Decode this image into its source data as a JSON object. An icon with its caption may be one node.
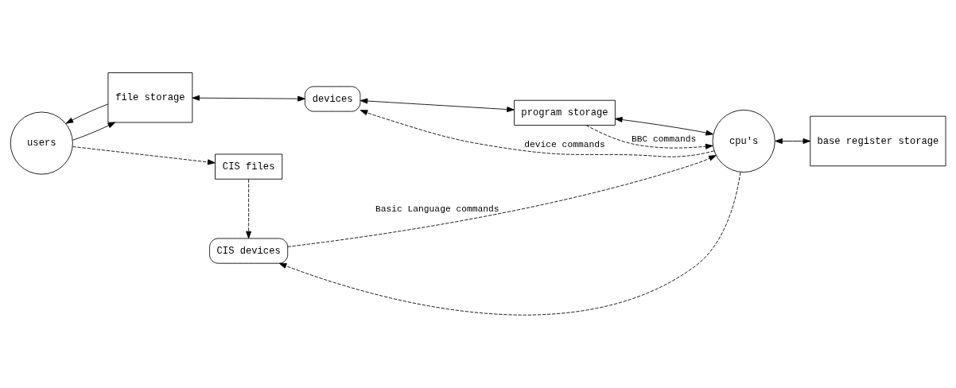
{
  "diagram": {
    "nodes": [
      {
        "text": [
          "users"
        ]
      },
      {
        "text": [
          "file storage"
        ]
      },
      {
        "text": [
          "devices"
        ]
      },
      {
        "text": [
          "program storage"
        ]
      },
      {
        "text": [
          "cpu's"
        ]
      },
      {
        "text": [
          "base register storage"
        ]
      },
      {
        "text": [
          "CIS files"
        ]
      },
      {
        "text": [
          "CIS devices"
        ]
      }
    ],
    "edges": [
      {
        "from": 0,
        "to": 1,
        "arrow": "to"
      },
      {
        "from": 1,
        "to": 0,
        "arrow": "to"
      },
      {
        "from": 1,
        "to": 2,
        "arrow": "both"
      },
      {
        "from": 2,
        "to": 3,
        "arrow": "both"
      },
      {
        "from": 3,
        "to": 4,
        "arrow": "both"
      },
      {
        "from": 4,
        "to": 5,
        "arrow": "both"
      },
      {
        "from": 3,
        "to": 4,
        "arrow": "to",
        "style": "dashed",
        "label": "BBC commands"
      },
      {
        "from": 4,
        "to": 2,
        "arrow": "to",
        "style": "dashed",
        "label": "device commands"
      },
      {
        "from": 4,
        "to": 7,
        "arrow": "to",
        "style": "dashed"
      },
      {
        "from": 0,
        "to": 6,
        "arrow": "to",
        "style": "dashed"
      },
      {
        "from": 6,
        "to": 7,
        "arrow": "to",
        "style": "dashed"
      },
      {
        "from": 7,
        "to": 4,
        "arrow": "to",
        "style": "dashed",
        "label": "Basic Language commands"
      }
    ]
  }
}
